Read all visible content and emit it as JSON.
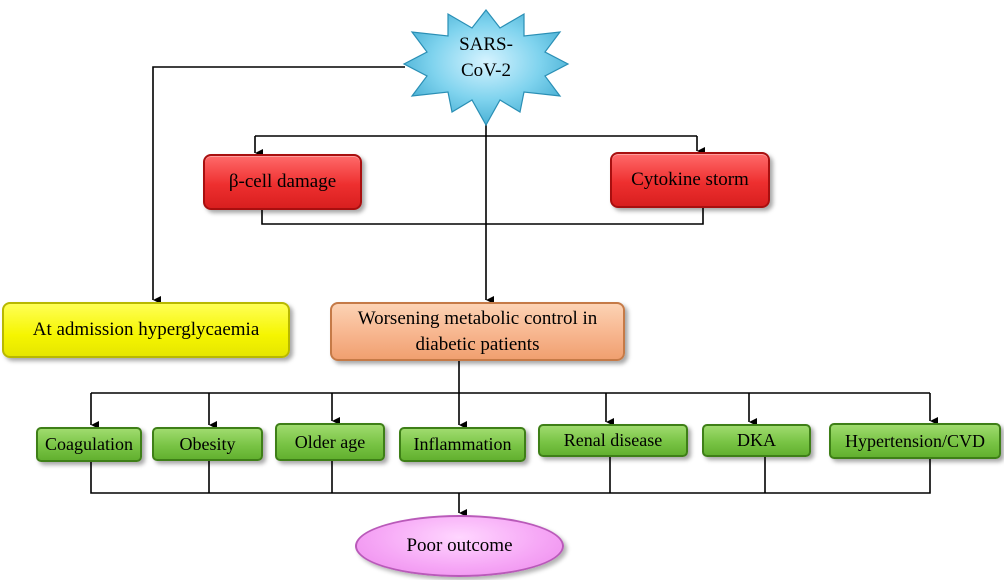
{
  "nodes": {
    "sars_line1": "SARS-",
    "sars_line2": "CoV-2",
    "beta_cell": "β-cell damage",
    "cytokine": "Cytokine storm",
    "hyperglycaemia": "At admission hyperglycaemia",
    "worsening_line1": "Worsening metabolic control in",
    "worsening_line2": "diabetic patients",
    "coagulation": "Coagulation",
    "obesity": "Obesity",
    "older_age": "Older age",
    "inflammation": "Inflammation",
    "renal_disease": "Renal disease",
    "dka": "DKA",
    "hypertension": "Hypertension/CVD",
    "poor_outcome": "Poor outcome"
  },
  "colors": {
    "star": "#7fd3ee",
    "red_box": "#ee2f2f",
    "yellow_box": "#f5f500",
    "orange_box": "#f7b58e",
    "green_box": "#79c445",
    "pink_ellipse": "#f6a8f6"
  }
}
